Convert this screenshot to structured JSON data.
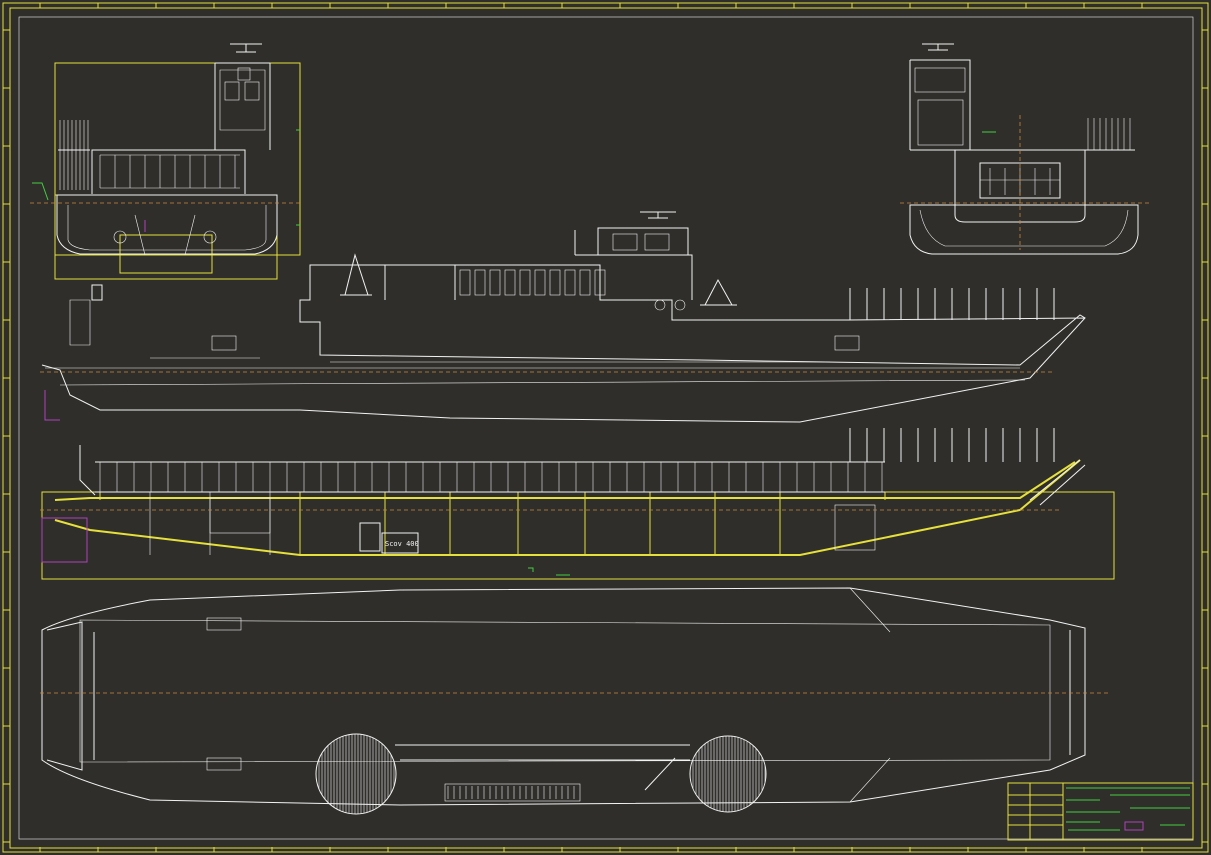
{
  "colors": {
    "background": "#2f2e2a",
    "drawing": "#f2f2f2",
    "border": "#e6e03a",
    "centerline": "#c8883a",
    "title_block": "#40d040",
    "accent": "#b040c0"
  },
  "views": [
    {
      "id": "bow-section-view"
    },
    {
      "id": "stern-section-view"
    },
    {
      "id": "side-elevation"
    },
    {
      "id": "longitudinal-section"
    },
    {
      "id": "deck-plan"
    }
  ],
  "labels": {
    "engine_label": "Scov 400"
  },
  "icons": [
    "radar-icon",
    "propeller-icon",
    "crane-icon"
  ]
}
